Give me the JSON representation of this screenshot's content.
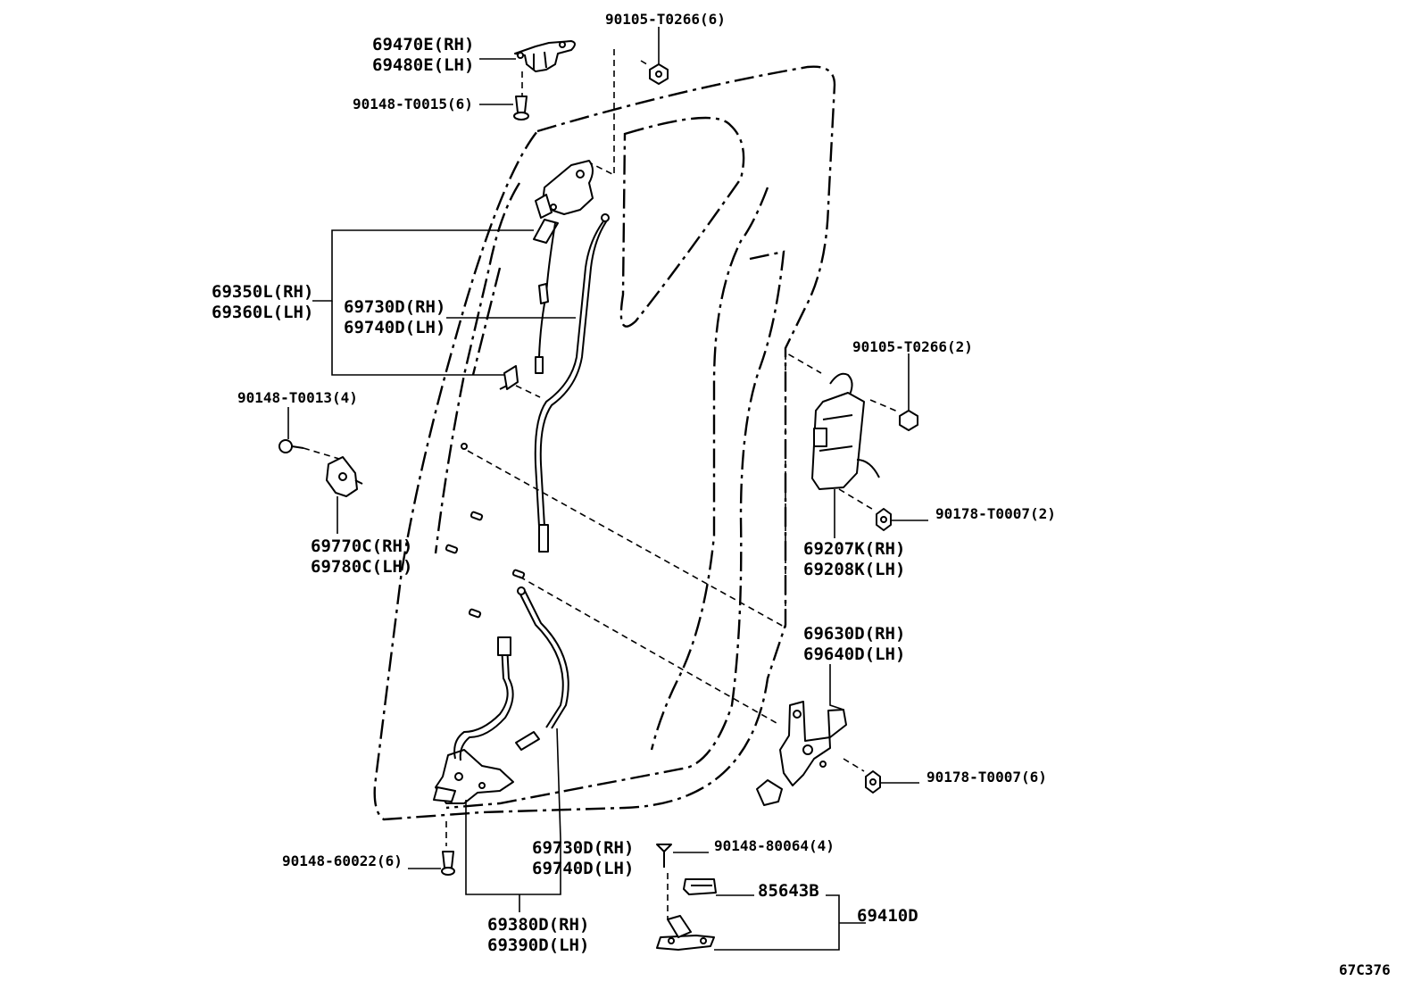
{
  "diagram_id": "67C376",
  "callouts": {
    "hinge_upper": [
      "69470E(RH)",
      "69480E(LH)"
    ],
    "bolt_top": "90105-T0266(6)",
    "screw_upper": "90148-T0015(6)",
    "lock_remote_assy": [
      "69350L(RH)",
      "69360L(LH)"
    ],
    "cable_upper": [
      "69730D(RH)",
      "69740D(LH)"
    ],
    "screw_striker": "90148-T0013(4)",
    "striker": [
      "69770C(RH)",
      "69780C(LH)"
    ],
    "bolt_handle": "90105-T0266(2)",
    "nut_handle": "90178-T0007(2)",
    "outside_handle": [
      "69207K(RH)",
      "69208K(LH)"
    ],
    "lock_lower_right": [
      "69630D(RH)",
      "69640D(LH)"
    ],
    "nut_lower_right": "90178-T0007(6)",
    "screw_lower_left": "90148-60022(6)",
    "cable_lower": [
      "69730D(RH)",
      "69740D(LH)"
    ],
    "lock_lower_left": [
      "69380D(RH)",
      "69390D(LH)"
    ],
    "screw_hinge_lower": "90148-80064(4)",
    "cover": "85643B",
    "hinge_lower_assy": "69410D"
  },
  "icons": [
    "bolt-icon",
    "screw-icon",
    "nut-icon",
    "hinge-icon",
    "latch-icon",
    "handle-icon",
    "cable-icon",
    "striker-icon"
  ]
}
